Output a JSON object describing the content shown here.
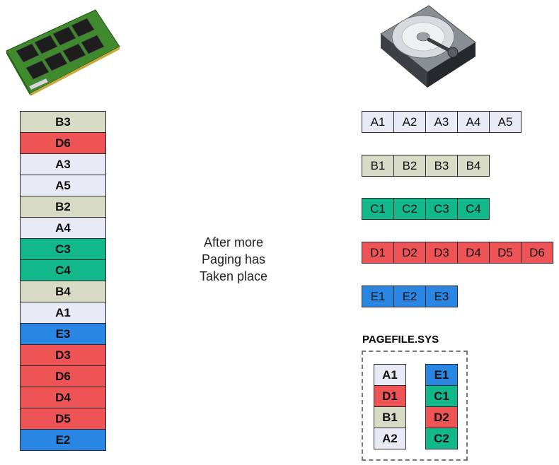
{
  "colors": {
    "A": "#e8ebf6",
    "B": "#d8dbc6",
    "C": "#13b88a",
    "D": "#ee5455",
    "E": "#2a86e3"
  },
  "icons": {
    "memory": "ram-module-icon",
    "disk": "hard-drive-icon"
  },
  "ram": {
    "pages": [
      "B3",
      "D6",
      "A3",
      "A5",
      "B2",
      "A4",
      "C3",
      "C4",
      "B4",
      "A1",
      "E3",
      "D3",
      "D6",
      "D4",
      "D5",
      "E2"
    ]
  },
  "caption": {
    "lines": [
      "After more",
      "Paging has",
      "Taken place"
    ]
  },
  "disk": {
    "rows": [
      [
        "A1",
        "A2",
        "A3",
        "A4",
        "A5"
      ],
      [
        "B1",
        "B2",
        "B3",
        "B4"
      ],
      [
        "C1",
        "C2",
        "C3",
        "C4"
      ],
      [
        "D1",
        "D2",
        "D3",
        "D4",
        "D5",
        "D6"
      ],
      [
        "E1",
        "E2",
        "E3"
      ]
    ]
  },
  "pagefile": {
    "title": "PAGEFILE.SYS",
    "left": [
      "A1",
      "D1",
      "B1",
      "A2"
    ],
    "right": [
      "E1",
      "C1",
      "D2",
      "C2"
    ]
  }
}
